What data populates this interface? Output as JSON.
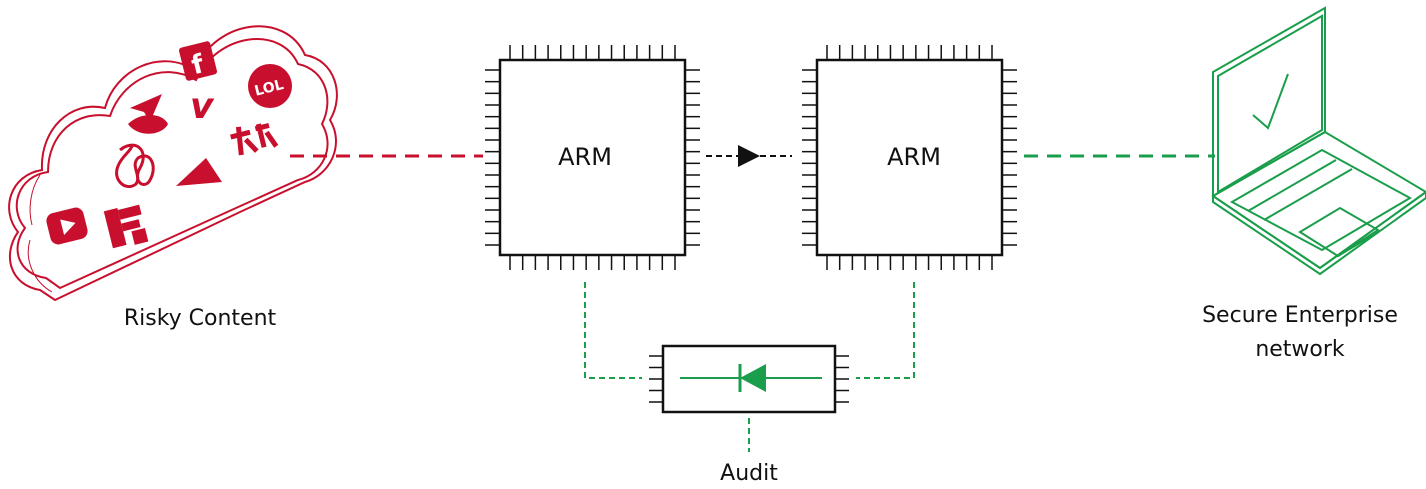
{
  "colors": {
    "risky": "#c8102e",
    "secure": "#1a9e4b",
    "ink": "#111111",
    "background": "#ffffff"
  },
  "icons": [
    "cloud-icon",
    "youtube-icon",
    "facebook-icon",
    "vimeo-icon",
    "lol-icon",
    "laptop-icon",
    "checkmark-icon",
    "diode-icon",
    "chip-icon"
  ],
  "nodes": {
    "risky": {
      "label": "Risky Content"
    },
    "chip_left": {
      "label": "ARM"
    },
    "chip_right": {
      "label": "ARM"
    },
    "secure": {
      "label_line1": "Secure Enterprise",
      "label_line2": "network"
    },
    "audit": {
      "label": "Audit"
    }
  },
  "cloud_icons": {
    "facebook": "f",
    "vimeo": "v",
    "lol": "LOL"
  }
}
